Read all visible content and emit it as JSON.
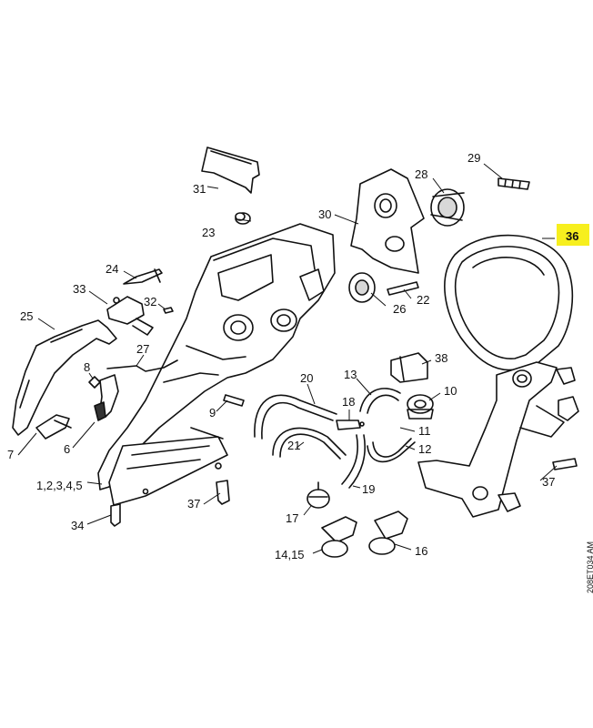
{
  "labels": {
    "l31": "31",
    "l23": "23",
    "l24": "24",
    "l33": "33",
    "l32": "32",
    "l25": "25",
    "l27": "27",
    "l8": "8",
    "l7": "7",
    "l6": "6",
    "l1_5": "1,2,3,4,5",
    "l34": "34",
    "l37a": "37",
    "l9": "9",
    "l20": "20",
    "l21": "21",
    "l18": "18",
    "l19": "19",
    "l17": "17",
    "l14_15": "14,15",
    "l16": "16",
    "l13": "13",
    "l11": "11",
    "l12": "12",
    "l10": "10",
    "l38": "38",
    "l30": "30",
    "l28": "28",
    "l29": "29",
    "l22": "22",
    "l26": "26",
    "l36": "36",
    "l37b": "37"
  },
  "colors": {
    "highlight": "#f7ef1e",
    "line": "#111111"
  },
  "drawing_code": "208ET034 AM"
}
